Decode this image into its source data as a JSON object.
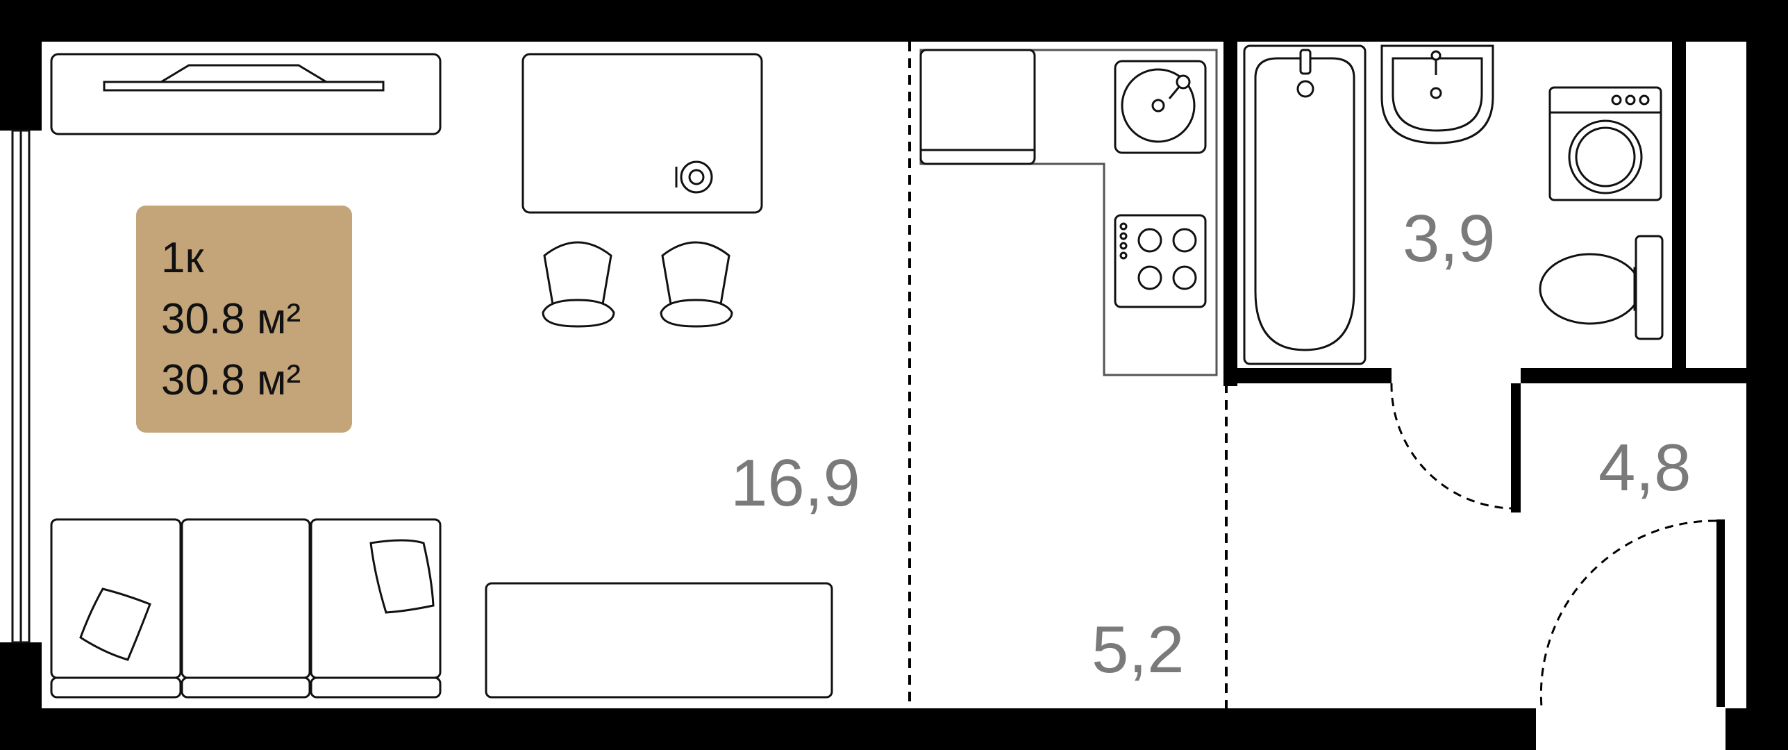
{
  "apartment": {
    "type_label": "1к",
    "total_area": "30.8 м²",
    "living_area": "30.8 м²",
    "badge_color": "#c4a57a"
  },
  "rooms": {
    "living_area": "16,9",
    "kitchen_area": "5,2",
    "bathroom_area": "3,9",
    "hallway_area": "4,8"
  },
  "colors": {
    "wall": "#000000",
    "fixture_stroke": "#111111",
    "room_label": "#7a7a7a",
    "info_text": "#111111"
  }
}
